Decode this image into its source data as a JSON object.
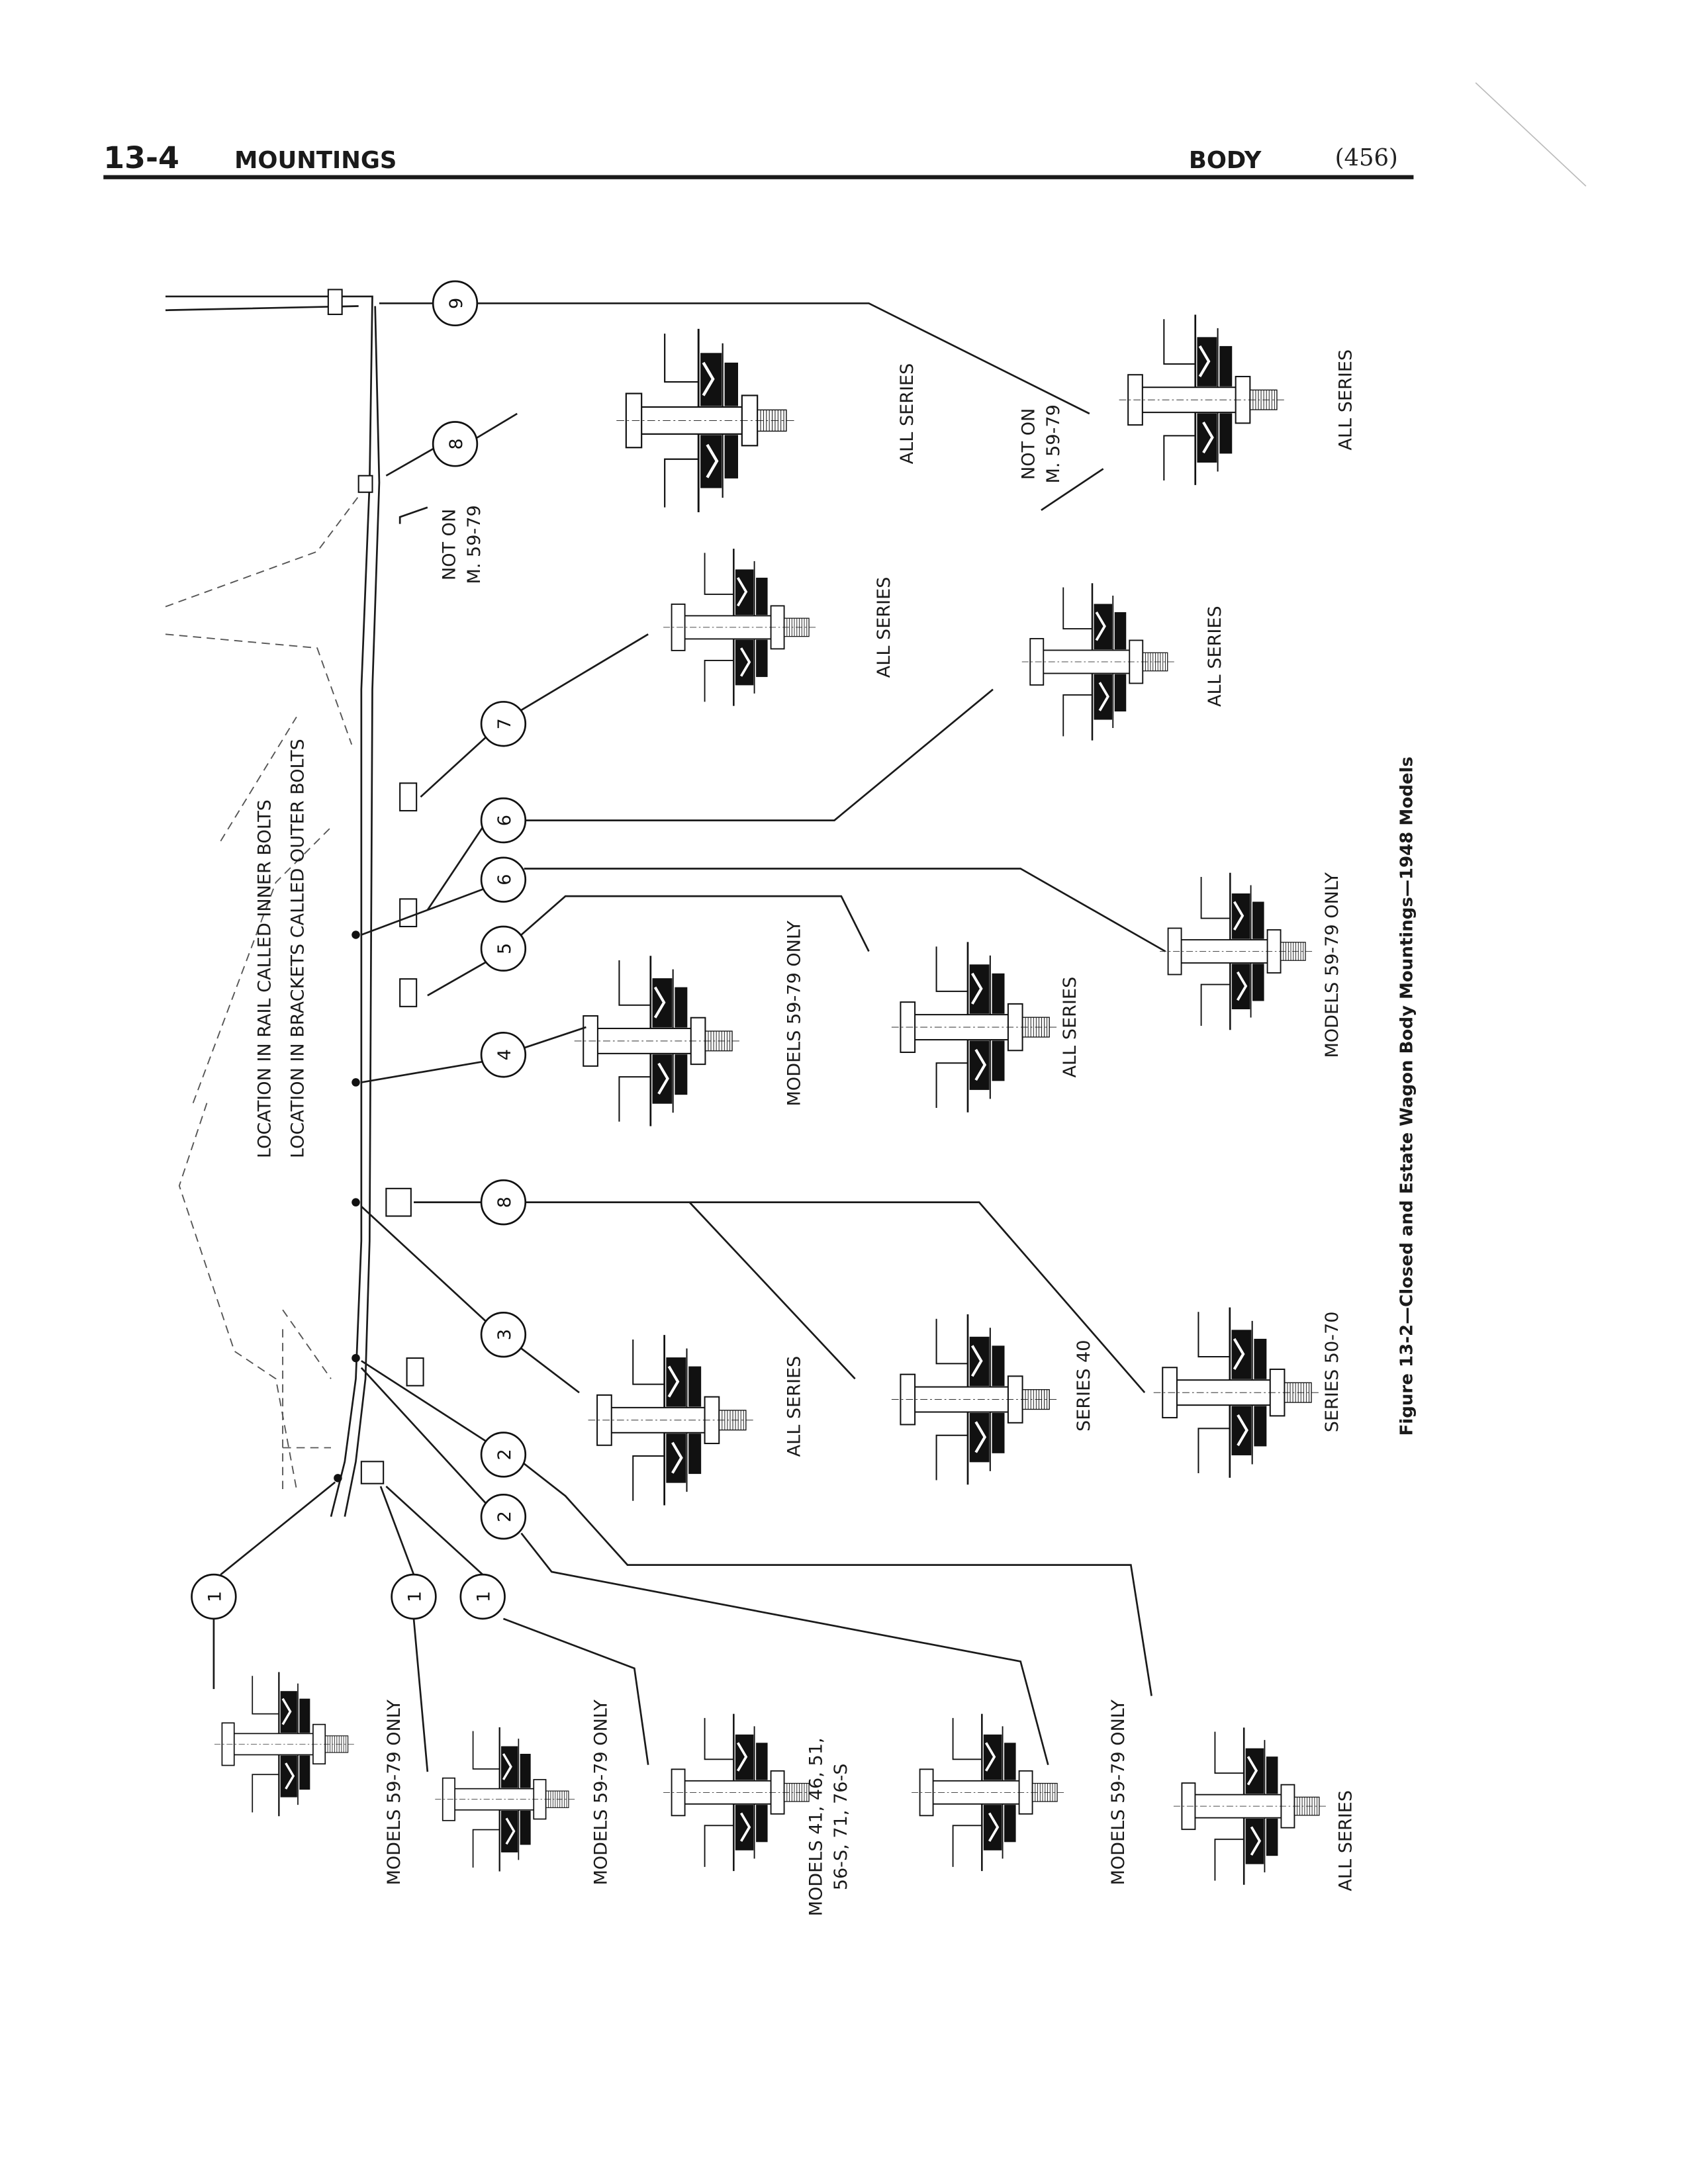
{
  "header": {
    "section_number": "13-4",
    "section_title": "MOUNTINGS",
    "chapter": "BODY",
    "page_number": "(456)"
  },
  "caption": "Figure 13-2—Closed and Estate Wagon Body Mountings—1948 Models",
  "location_notes": {
    "inner": "LOCATION IN RAIL CALLED INNER BOLTS",
    "outer": "LOCATION IN BRACKETS CALLED OUTER BOLTS"
  },
  "callouts": [
    "9",
    "8",
    "7",
    "6",
    "6",
    "5",
    "4",
    "8",
    "3",
    "2",
    "2",
    "1",
    "1",
    "1"
  ],
  "labels": {
    "m9": "ALL SERIES",
    "m9_note_1": "NOT ON",
    "m9_note_2": "M. 59-79",
    "m8_top": "ALL SERIES",
    "m8_note_1": "NOT ON",
    "m8_note_2": "M. 59-79",
    "m7": "ALL SERIES",
    "m6a": "ALL SERIES",
    "m4": "MODELS 59-79 ONLY",
    "m5": "ALL SERIES",
    "m6b": "MODELS 59-79 ONLY",
    "m3": "ALL SERIES",
    "m8_s40": "SERIES 40",
    "m8_s5070": "SERIES 50-70",
    "m1a": "MODELS 59-79 ONLY",
    "m1b": "MODELS 59-79 ONLY",
    "m1c_1": "MODELS 41, 46, 51,",
    "m1c_2": "56-S, 71, 76-S",
    "m2a": "MODELS 59-79 ONLY",
    "m2b": "ALL SERIES"
  }
}
